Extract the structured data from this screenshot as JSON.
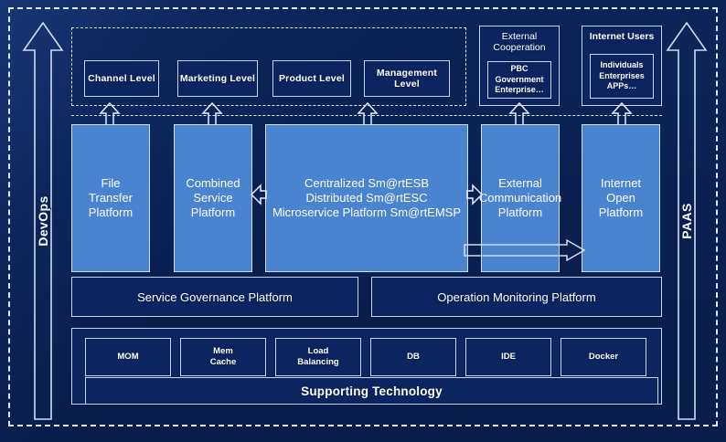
{
  "diagram": {
    "title": "Enterprise Service Platform Architecture",
    "colors": {
      "background_navy": "#0a1f50",
      "panel_navy": "#0b2560",
      "platform_blue": "#4a83d0",
      "line_light": "#c6d4ee",
      "text": "#ffffff"
    }
  },
  "left_pillar": {
    "label": "DevOps",
    "direction": "up",
    "icon": "up-arrow-icon"
  },
  "right_pillar": {
    "label": "PAAS",
    "direction": "up",
    "icon": "up-arrow-icon"
  },
  "channel_group": {
    "items": [
      {
        "label": "Channel Level"
      },
      {
        "label": "Marketing Level"
      },
      {
        "label": "Product Level"
      },
      {
        "label": "Management Level"
      }
    ]
  },
  "external_groups": [
    {
      "title": "External Cooperation",
      "title_line1": "External",
      "title_line2": "Cooperation",
      "bold": false,
      "inner": "PBC Government Enterprise…"
    },
    {
      "title": "Internet Users",
      "title_line1": "Internet Users",
      "title_line2": "",
      "bold": true,
      "inner": "Individuals Enterprises APPs…"
    }
  ],
  "platforms": [
    {
      "name": "file-transfer-platform",
      "lines": [
        "File",
        "Transfer",
        "Platform"
      ]
    },
    {
      "name": "combined-service-platform",
      "lines": [
        "Combined",
        "Service",
        "Platform"
      ]
    },
    {
      "name": "core-esb-platform",
      "lines": [
        "Centralized Sm@rtESB",
        "Distributed Sm@rtESC",
        "Microservice Platform Sm@rtEMSP"
      ]
    },
    {
      "name": "external-communication-platform",
      "lines": [
        "External",
        "Communication",
        "Platform"
      ]
    },
    {
      "name": "internet-open-platform",
      "lines": [
        "Internet",
        "Open",
        "Platform"
      ]
    }
  ],
  "governance": [
    {
      "label": "Service Governance Platform"
    },
    {
      "label": "Operation Monitoring Platform"
    }
  ],
  "technology": {
    "items": [
      {
        "lines": [
          "MOM"
        ]
      },
      {
        "lines": [
          "Mem",
          "Cache"
        ]
      },
      {
        "lines": [
          "Load",
          "Balancing"
        ]
      },
      {
        "lines": [
          "DB"
        ]
      },
      {
        "lines": [
          "IDE"
        ]
      },
      {
        "lines": [
          "Docker"
        ]
      }
    ],
    "support_bar": "Supporting Technology"
  },
  "connectors": [
    {
      "name": "combined-to-core",
      "direction": "left"
    },
    {
      "name": "core-to-external-comm",
      "direction": "right"
    },
    {
      "name": "core-to-internet-open",
      "direction": "right"
    },
    {
      "name": "file-transfer-up",
      "direction": "up"
    },
    {
      "name": "combined-up",
      "direction": "up"
    },
    {
      "name": "core-up",
      "direction": "up"
    },
    {
      "name": "external-comm-up",
      "direction": "up"
    },
    {
      "name": "internet-open-up",
      "direction": "up"
    }
  ]
}
